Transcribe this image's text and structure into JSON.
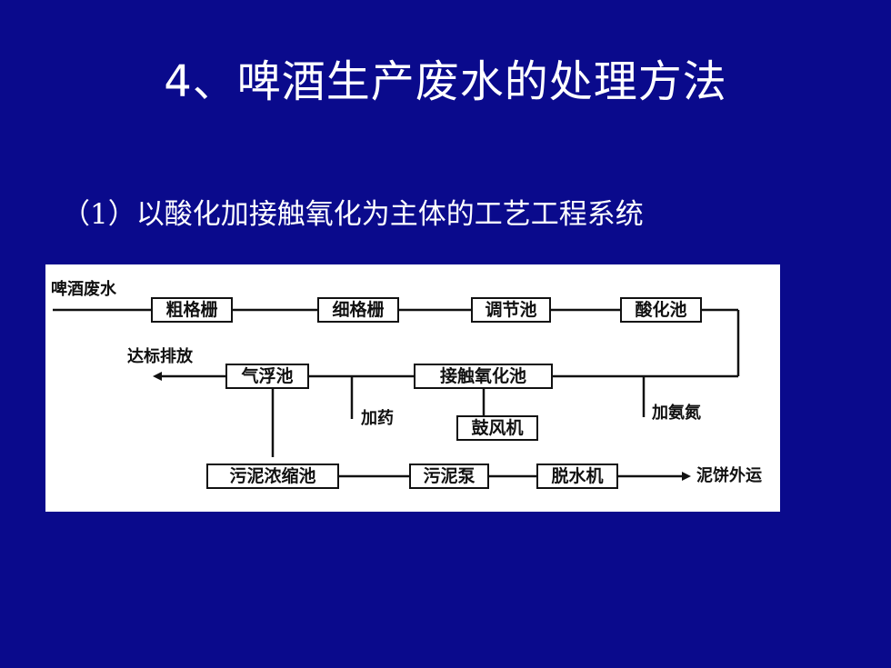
{
  "slide": {
    "title": "4、啤酒生产废水的处理方法",
    "subtitle": "（1）以酸化加接触氧化为主体的工艺工程系统"
  },
  "diagram": {
    "input_label": "啤酒废水",
    "boxes": {
      "coarse_screen": "粗格栅",
      "fine_screen": "细格栅",
      "regulating_tank": "调节池",
      "acidification_tank": "酸化池",
      "flotation_tank": "气浮池",
      "contact_oxidation_tank": "接触氧化池",
      "blower": "鼓风机",
      "sludge_thickener": "污泥浓缩池",
      "sludge_pump": "污泥泵",
      "dewatering_machine": "脱水机"
    },
    "labels": {
      "discharge": "达标排放",
      "add_chemicals": "加药",
      "add_nitrogen": "加氨氮",
      "sludge_cake_out": "泥饼外运"
    }
  },
  "colors": {
    "background": "#0a0a8c",
    "text": "#ffffff",
    "diagram_background": "#ffffff",
    "diagram_ink": "#111111"
  }
}
